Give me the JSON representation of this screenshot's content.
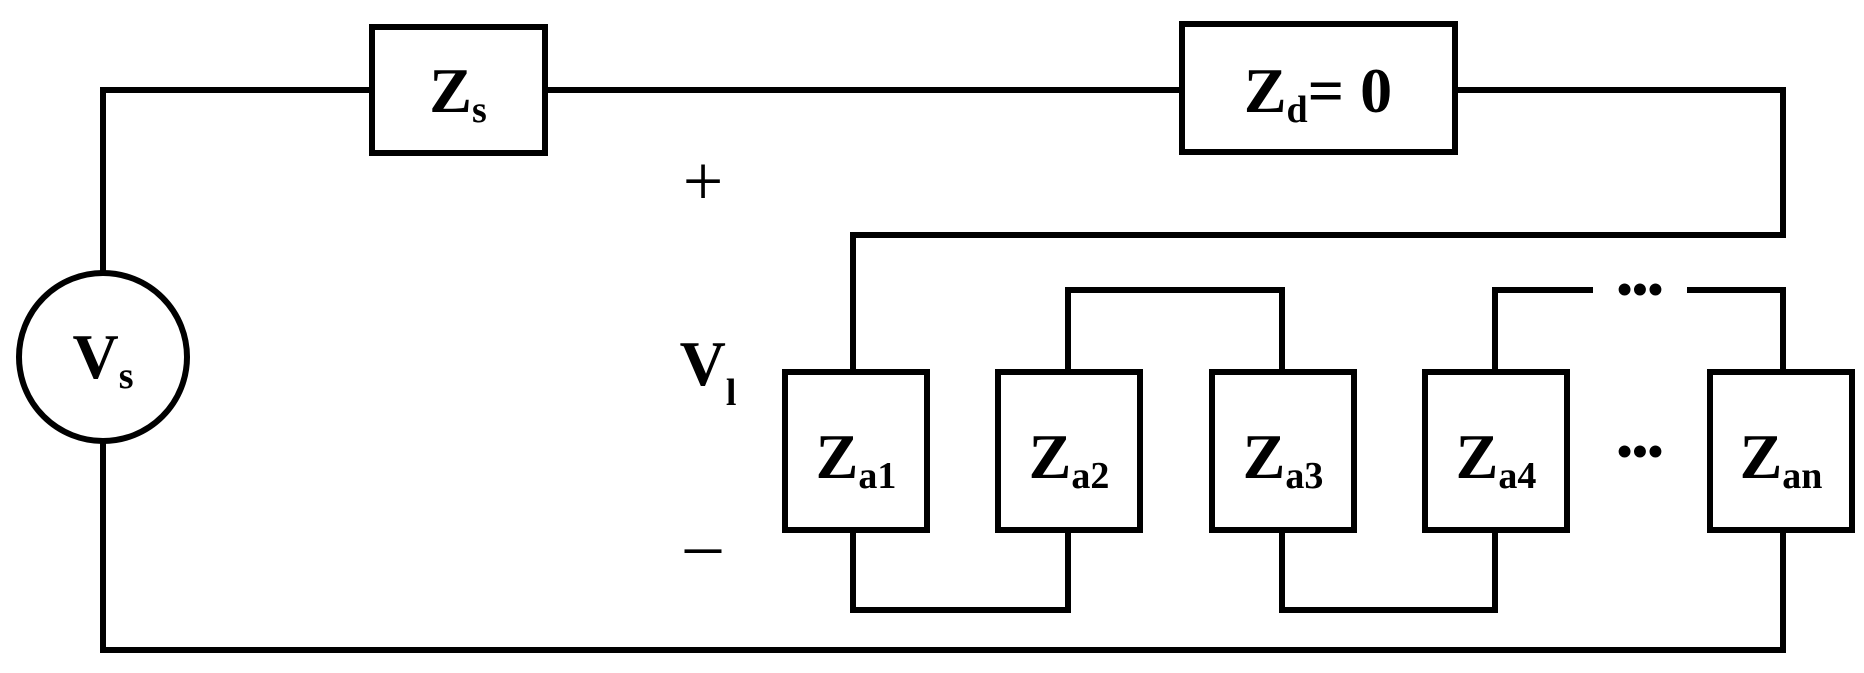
{
  "source": {
    "main": "V",
    "sub": "s"
  },
  "source_impedance": {
    "main": "Z",
    "sub": "s"
  },
  "line_impedance": {
    "main": "Z",
    "sub": "d",
    "suffix": "= 0"
  },
  "load_voltage": {
    "main": "V",
    "sub": "l",
    "plus": "+",
    "minus": "–"
  },
  "load_impedances": [
    {
      "main": "Z",
      "sub": "a1"
    },
    {
      "main": "Z",
      "sub": "a2"
    },
    {
      "main": "Z",
      "sub": "a3"
    },
    {
      "main": "Z",
      "sub": "a4"
    },
    {
      "main": "Z",
      "sub": "an"
    }
  ],
  "ellipsis": "•••"
}
